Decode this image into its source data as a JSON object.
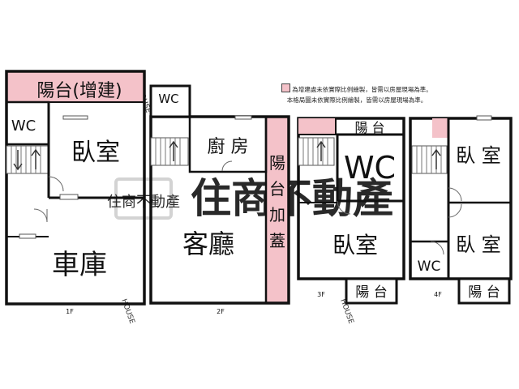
{
  "colors": {
    "wall": "#111111",
    "added": "#f4c2c9",
    "watermark": "#d7d7d7"
  },
  "note": {
    "line1": "為增建處未依實際比例繪製，皆需以房屋現場為準。",
    "line2": "本格局圖未依實際比例繪製，皆需以房屋現場為準。"
  },
  "watermark": {
    "brand_mark": "住商不動產",
    "text": "住商不動產",
    "house": "HOUSE"
  },
  "floors": [
    {
      "level": "1F",
      "rooms": {
        "balcony_added": "陽台(增建)",
        "wc": "WC",
        "bedroom": "臥室",
        "garage": "車庫"
      }
    },
    {
      "level": "2F",
      "rooms": {
        "wc": "WC",
        "kitchen": "廚 房",
        "living": "客廳",
        "balcony_added": [
          "陽",
          "台",
          "加",
          "蓋"
        ]
      }
    },
    {
      "level": "3F",
      "rooms": {
        "balcony_top": "陽 台",
        "wc": "WC",
        "bedroom": "臥室",
        "balcony_bottom": "陽 台"
      }
    },
    {
      "level": "4F",
      "rooms": {
        "bedroom_top": "臥 室",
        "bedroom_bottom": "臥 室",
        "wc": "WC",
        "balcony_bottom": "陽 台"
      }
    }
  ]
}
